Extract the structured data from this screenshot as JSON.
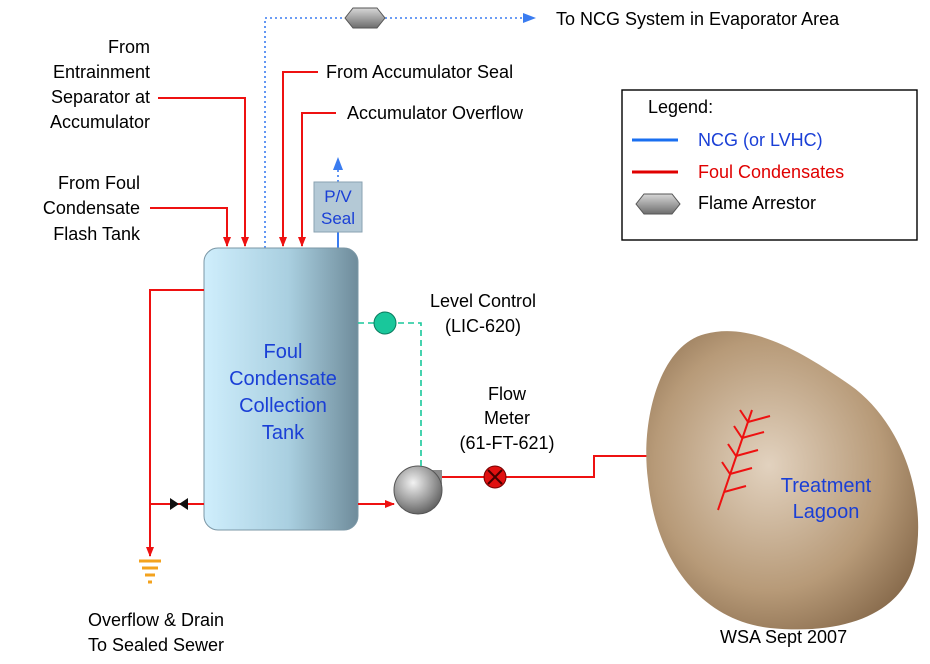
{
  "diagram": {
    "top_arrow_label": "To NCG System in Evaporator Area",
    "from_entrainment": [
      "From",
      "Entrainment",
      "Separator at",
      "Accumulator"
    ],
    "from_accumulator_seal": "From Accumulator Seal",
    "accumulator_overflow": "Accumulator Overflow",
    "from_foul_condensate": [
      "From Foul",
      "Condensate",
      "Flash Tank"
    ],
    "pv_seal": [
      "P/V",
      "Seal"
    ],
    "tank_label": [
      "Foul",
      "Condensate",
      "Collection",
      "Tank"
    ],
    "level_control": [
      "Level Control",
      "(LIC-620)"
    ],
    "flow_meter": [
      "Flow",
      "Meter",
      "(61-FT-621)"
    ],
    "lagoon_label": [
      "Treatment",
      "Lagoon"
    ],
    "overflow_drain": [
      "Overflow & Drain",
      "To Sealed Sewer"
    ],
    "credit": "WSA Sept 2007"
  },
  "legend": {
    "title": "Legend:",
    "items": [
      {
        "label": "NCG (or LVHC)",
        "color": "#1a3fd6",
        "kind": "blue-line"
      },
      {
        "label": "Foul Condensates",
        "color": "#e00000",
        "kind": "red-line"
      },
      {
        "label": "Flame Arrestor",
        "color": "#888888",
        "kind": "hexagon"
      }
    ]
  },
  "colors": {
    "ncg_line": "#3a7cf0",
    "foul_line": "#ee1111",
    "level_control": "#19c79b",
    "drain": "#f3a21d",
    "lagoon": "#9d7d5b"
  }
}
